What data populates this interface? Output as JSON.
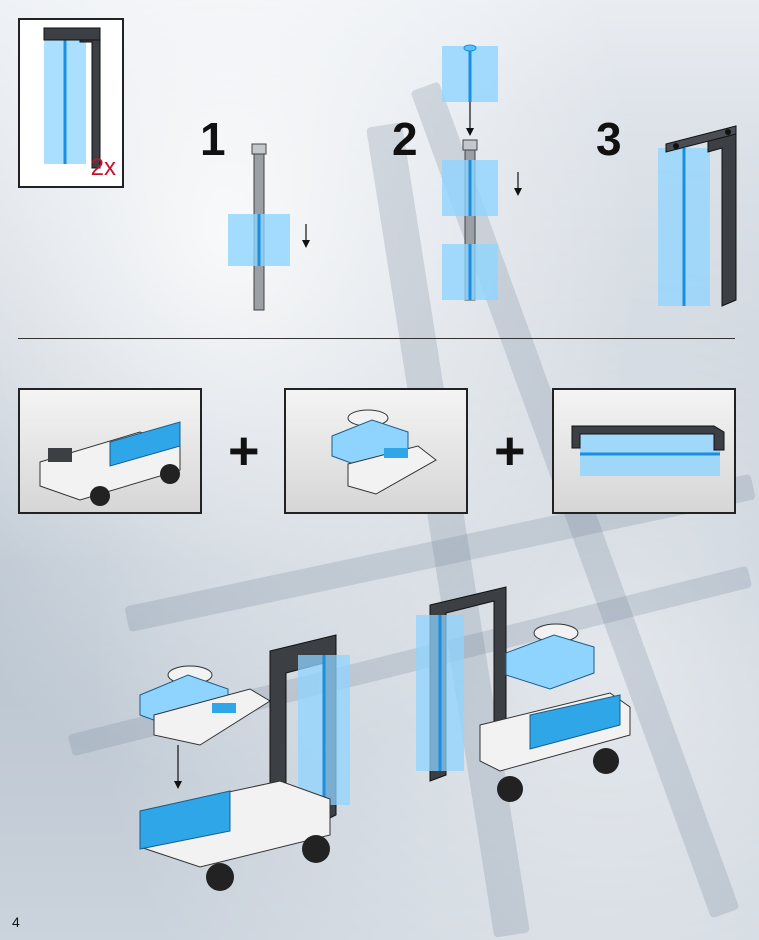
{
  "parts_callout": {
    "quantity": "2x"
  },
  "steps": [
    {
      "number": "1"
    },
    {
      "number": "2"
    },
    {
      "number": "3"
    }
  ],
  "combine": {
    "plus_symbol": "+"
  },
  "footer": {
    "page_number": "4"
  },
  "colors": {
    "brick_blue": "#2ea6e8",
    "brush_blue": "#8fd4ff",
    "dark_grey": "#3c3f44",
    "white_brick": "#f2f2f2",
    "quantity_red": "#c8102e"
  },
  "icons": [
    "down-arrow-icon",
    "plus-icon"
  ]
}
